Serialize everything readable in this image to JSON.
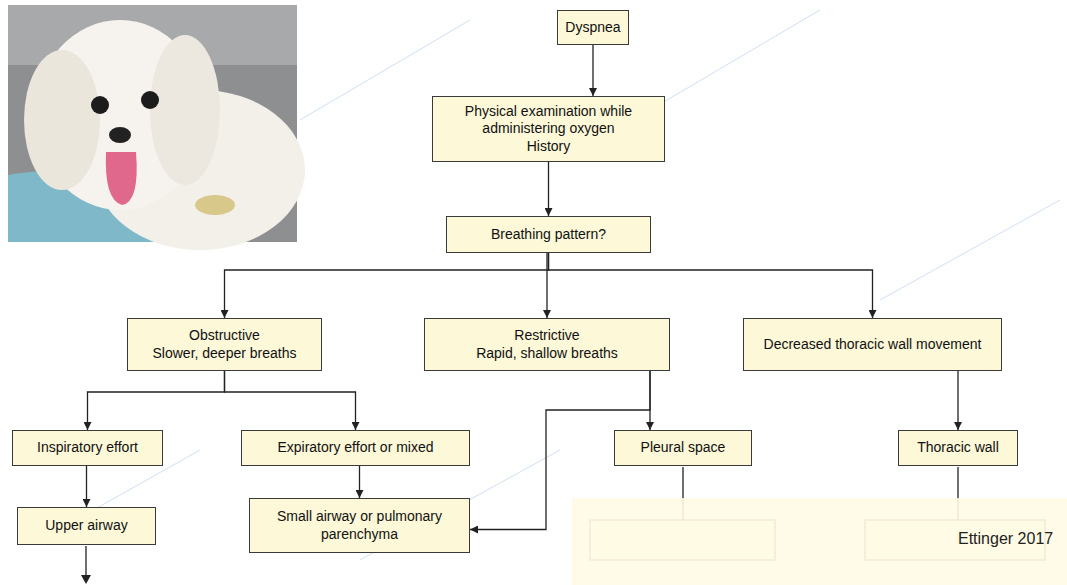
{
  "diagram": {
    "nodes": [
      {
        "text": [
          "Dyspnea"
        ]
      },
      {
        "text": [
          "Physical examination while administering oxygen",
          "History"
        ]
      },
      {
        "text": [
          "Breathing pattern?"
        ]
      },
      {
        "text": [
          "Obstructive",
          "Slower, deeper breaths"
        ]
      },
      {
        "text": [
          "Restrictive",
          "Rapid, shallow breaths"
        ]
      },
      {
        "text": [
          "Decreased thoracic wall movement"
        ]
      },
      {
        "text": [
          "Inspiratory effort"
        ]
      },
      {
        "text": [
          "Expiratory effort or mixed"
        ]
      },
      {
        "text": [
          "Pleural space"
        ]
      },
      {
        "text": [
          "Thoracic wall"
        ]
      },
      {
        "text": [
          "Upper airway"
        ]
      },
      {
        "text": [
          "Small airway or pulmonary parenchyma"
        ]
      }
    ],
    "edges": [
      {
        "from": 0,
        "to": 1,
        "arrow": "to"
      },
      {
        "from": 1,
        "to": 2,
        "arrow": "to"
      },
      {
        "from": 2,
        "to": 3,
        "arrow": "to"
      },
      {
        "from": 2,
        "to": 4,
        "arrow": "to"
      },
      {
        "from": 2,
        "to": 5,
        "arrow": "to"
      },
      {
        "from": 3,
        "to": 6,
        "arrow": "to"
      },
      {
        "from": 3,
        "to": 7,
        "arrow": "to"
      },
      {
        "from": 4,
        "to": 8,
        "arrow": "to"
      },
      {
        "from": 4,
        "to": 11,
        "arrow": "to"
      },
      {
        "from": 5,
        "to": 9,
        "arrow": "to"
      },
      {
        "from": 6,
        "to": 10,
        "arrow": "to"
      },
      {
        "from": 7,
        "to": 11,
        "arrow": "to"
      }
    ],
    "labels": [
      "Ettinger 2017"
    ]
  }
}
